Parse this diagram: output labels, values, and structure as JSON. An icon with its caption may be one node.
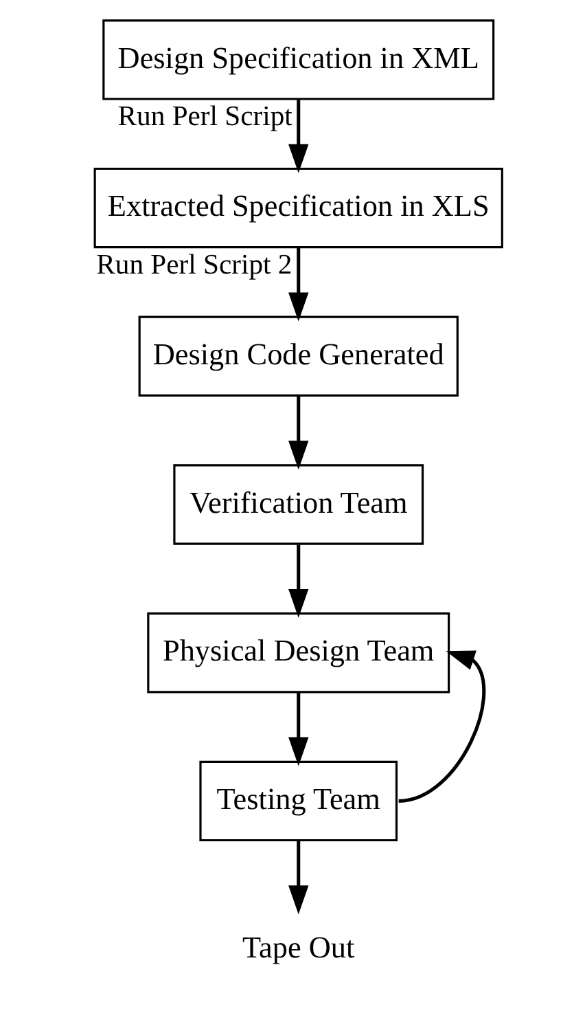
{
  "diagram": {
    "nodes": [
      {
        "text": [
          "Design Specification in XML"
        ]
      },
      {
        "text": [
          "Extracted Specification in XLS"
        ]
      },
      {
        "text": [
          "Design Code Generated"
        ]
      },
      {
        "text": [
          "Verification Team"
        ]
      },
      {
        "text": [
          "Physical Design Team"
        ]
      },
      {
        "text": [
          "Testing Team"
        ]
      },
      {
        "text": [
          "Tape Out"
        ]
      }
    ],
    "edges": [
      {
        "from": 0,
        "to": 1,
        "arrow": "to",
        "label": "Run Perl Script"
      },
      {
        "from": 1,
        "to": 2,
        "arrow": "to",
        "label": "Run Perl Script 2"
      },
      {
        "from": 2,
        "to": 3,
        "arrow": "to"
      },
      {
        "from": 3,
        "to": 4,
        "arrow": "to"
      },
      {
        "from": 4,
        "to": 5,
        "arrow": "to"
      },
      {
        "from": 5,
        "to": 6,
        "arrow": "to"
      },
      {
        "from": 5,
        "to": 4,
        "arrow": "to"
      }
    ]
  }
}
